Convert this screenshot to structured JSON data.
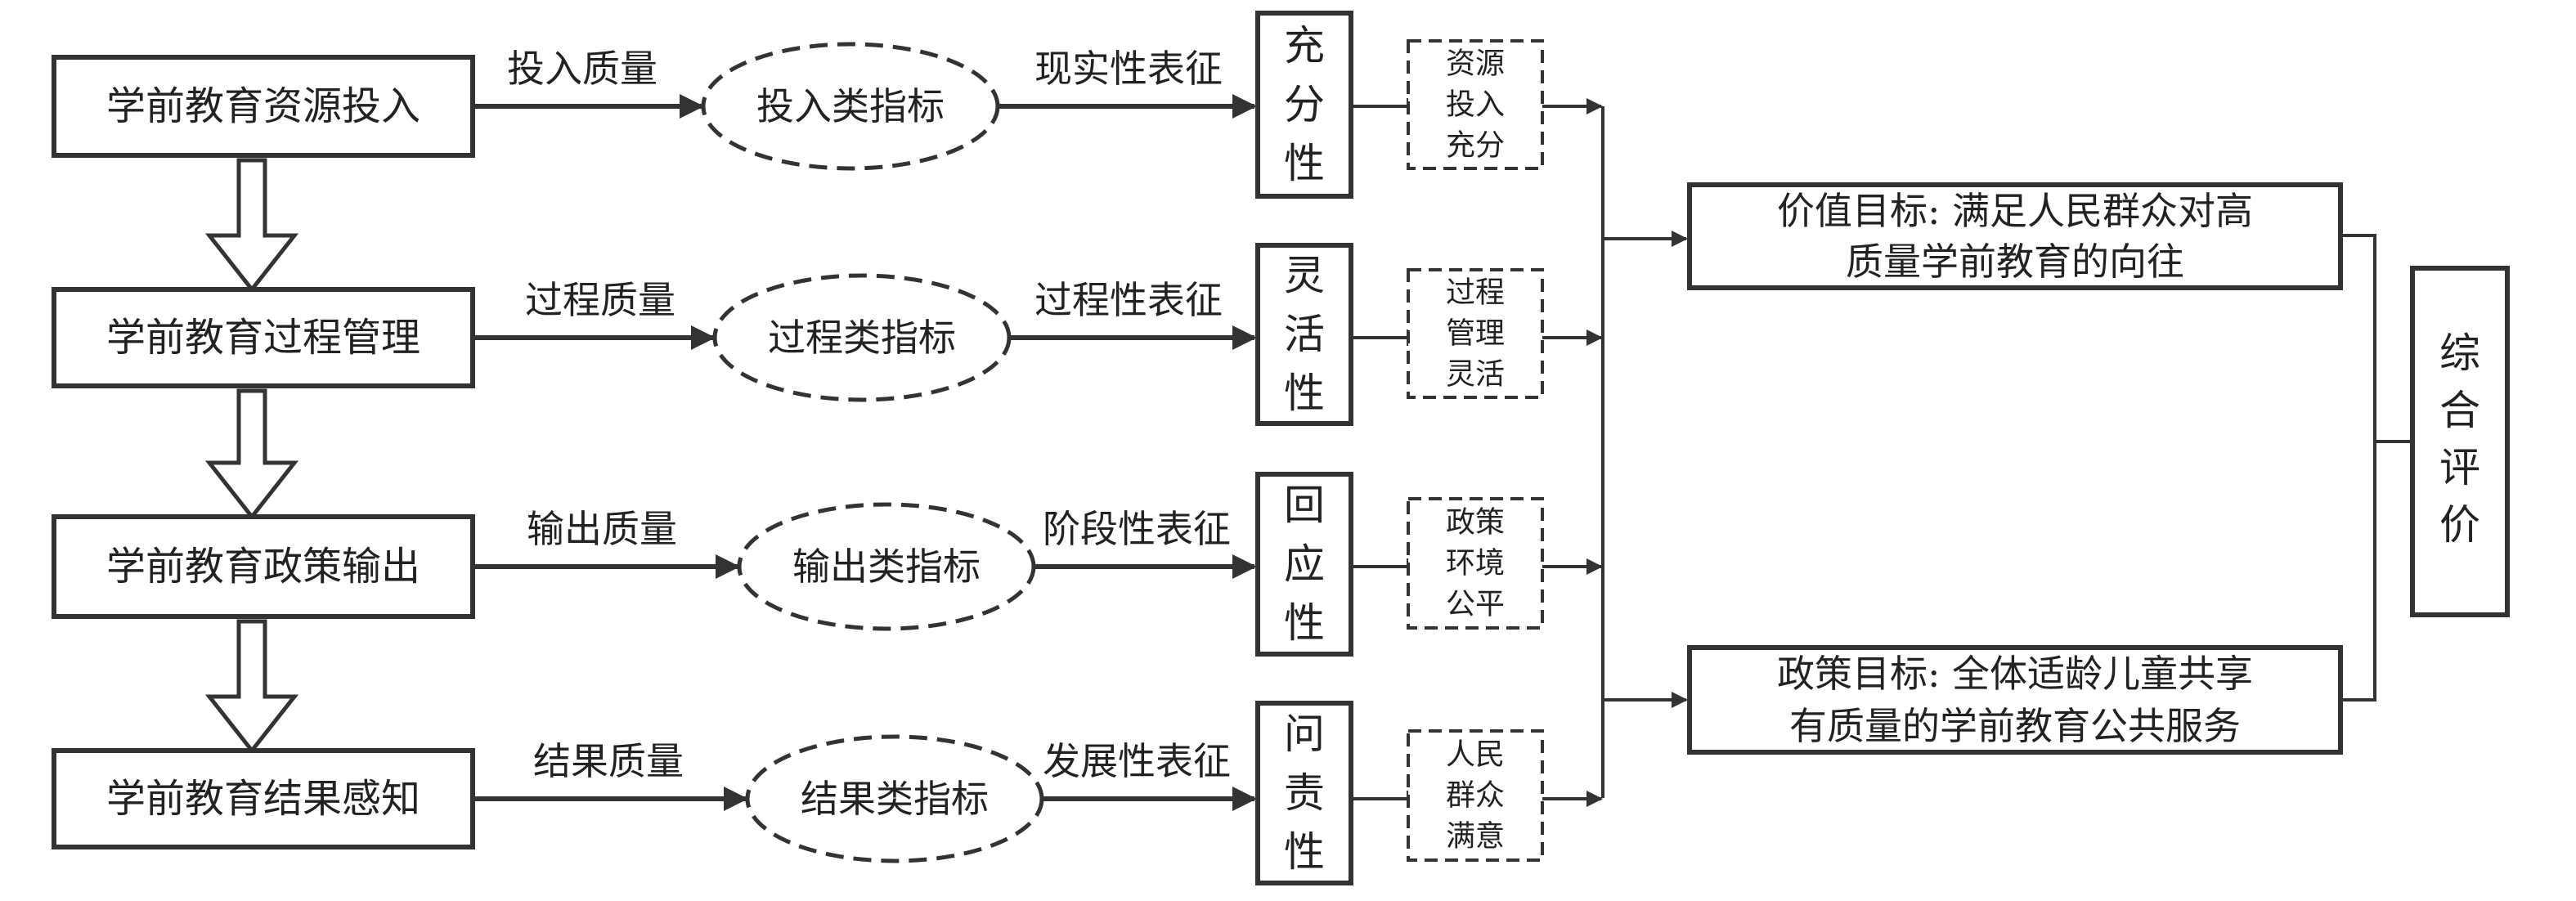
{
  "stages": [
    {
      "label": "学前教育资源投入",
      "quality": "投入质量",
      "indicator": "投入类指标",
      "representation": "现实性表征",
      "attribute": [
        "充",
        "分",
        "性"
      ],
      "outcome": [
        "资源",
        "投入",
        "充分"
      ]
    },
    {
      "label": "学前教育过程管理",
      "quality": "过程质量",
      "indicator": "过程类指标",
      "representation": "过程性表征",
      "attribute": [
        "灵",
        "活",
        "性"
      ],
      "outcome": [
        "过程",
        "管理",
        "灵活"
      ]
    },
    {
      "label": "学前教育政策输出",
      "quality": "输出质量",
      "indicator": "输出类指标",
      "representation": "阶段性表征",
      "attribute": [
        "回",
        "应",
        "性"
      ],
      "outcome": [
        "政策",
        "环境",
        "公平"
      ]
    },
    {
      "label": "学前教育结果感知",
      "quality": "结果质量",
      "indicator": "结果类指标",
      "representation": "发展性表征",
      "attribute": [
        "问",
        "责",
        "性"
      ],
      "outcome": [
        "人民",
        "群众",
        "满意"
      ]
    }
  ],
  "goals": {
    "value": [
      "价值目标: 满足人民群众对高",
      "质量学前教育的向往"
    ],
    "policy": [
      "政策目标: 全体适龄儿童共享",
      "有质量的学前教育公共服务"
    ]
  },
  "evaluation": [
    "综",
    "合",
    "评",
    "价"
  ],
  "colors": {
    "stroke": "#333333",
    "text": "#222222",
    "background": "#ffffff"
  }
}
